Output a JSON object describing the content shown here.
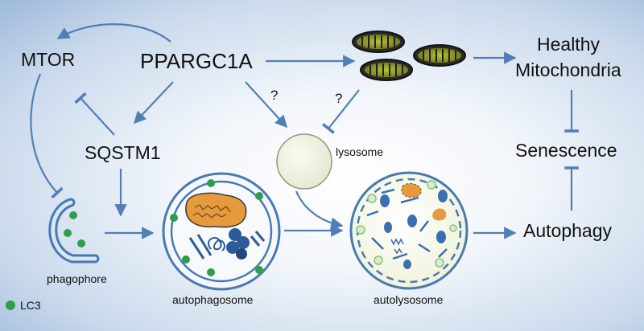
{
  "nodes": {
    "mtor": "MTOR",
    "ppargc1a": "PPARGC1A",
    "sqstm1": "SQSTM1",
    "healthy": "Healthy",
    "mitochondria": "Mitochondria",
    "senescence": "Senescence",
    "autophagy": "Autophagy",
    "lysosome": "lysosome",
    "phagophore": "phagophore",
    "autophagosome": "autophagosome",
    "autolysosome": "autolysosome"
  },
  "marks": {
    "question_1": "?",
    "question_2": "?"
  },
  "legend": {
    "lc3": "LC3",
    "lc3_color": "#2e9e4a"
  },
  "colors": {
    "arrow": "#4f7fb4",
    "compartment": "#4a79b2",
    "cargo_orange": "#e59a3b",
    "cargo_blue": "#2f5a9a",
    "lysosome_fill": "#f0f2e0"
  }
}
